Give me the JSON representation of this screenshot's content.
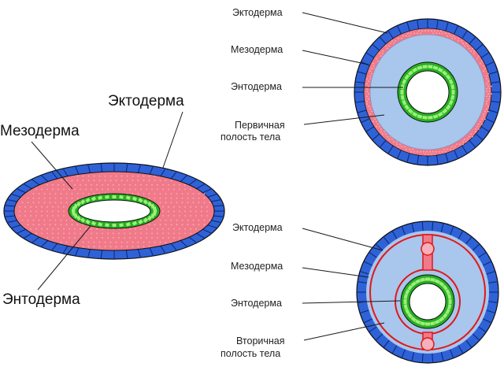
{
  "colors": {
    "ectoderm": "#2f62d6",
    "ectoderm_lines": "#0d2a7a",
    "mesoderm": "#f07a8a",
    "mesoderm_dots": "#f6b0ba",
    "endoderm": "#27b022",
    "endoderm_cells": "#9bef7a",
    "coelom_fill": "#a9c6ec",
    "coelom_line": "#e01818",
    "outline": "#101010"
  },
  "left_diagram": {
    "labels": {
      "ectoderm": "Эктодерма",
      "mesoderm": "Мезодерма",
      "endoderm": "Энтодерма"
    }
  },
  "top_right_diagram": {
    "labels": {
      "ectoderm": "Эктодерма",
      "mesoderm": "Мезодерма",
      "endoderm": "Энтодерма",
      "cavity_line1": "Первичная",
      "cavity_line2": "полость тела"
    }
  },
  "bottom_right_diagram": {
    "labels": {
      "ectoderm": "Эктодерма",
      "mesoderm": "Мезодерма",
      "endoderm": "Энтодерма",
      "cavity_line1": "Вторичная",
      "cavity_line2": "полость тела"
    }
  }
}
